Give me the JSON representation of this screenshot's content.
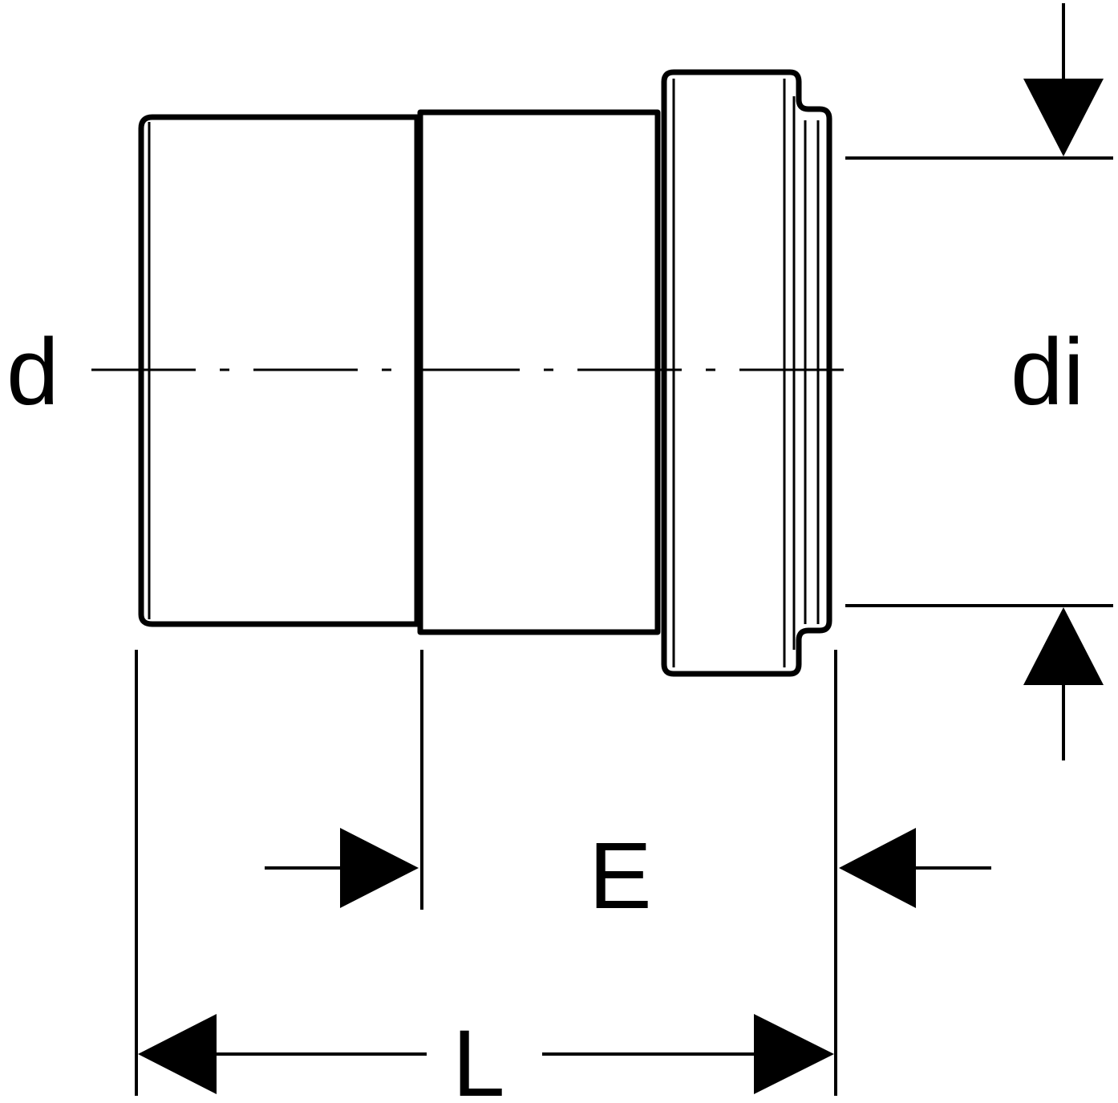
{
  "labels": {
    "d": "d",
    "di": "di",
    "E": "E",
    "L": "L"
  },
  "colors": {
    "line": "#000000",
    "background": "#ffffff"
  }
}
